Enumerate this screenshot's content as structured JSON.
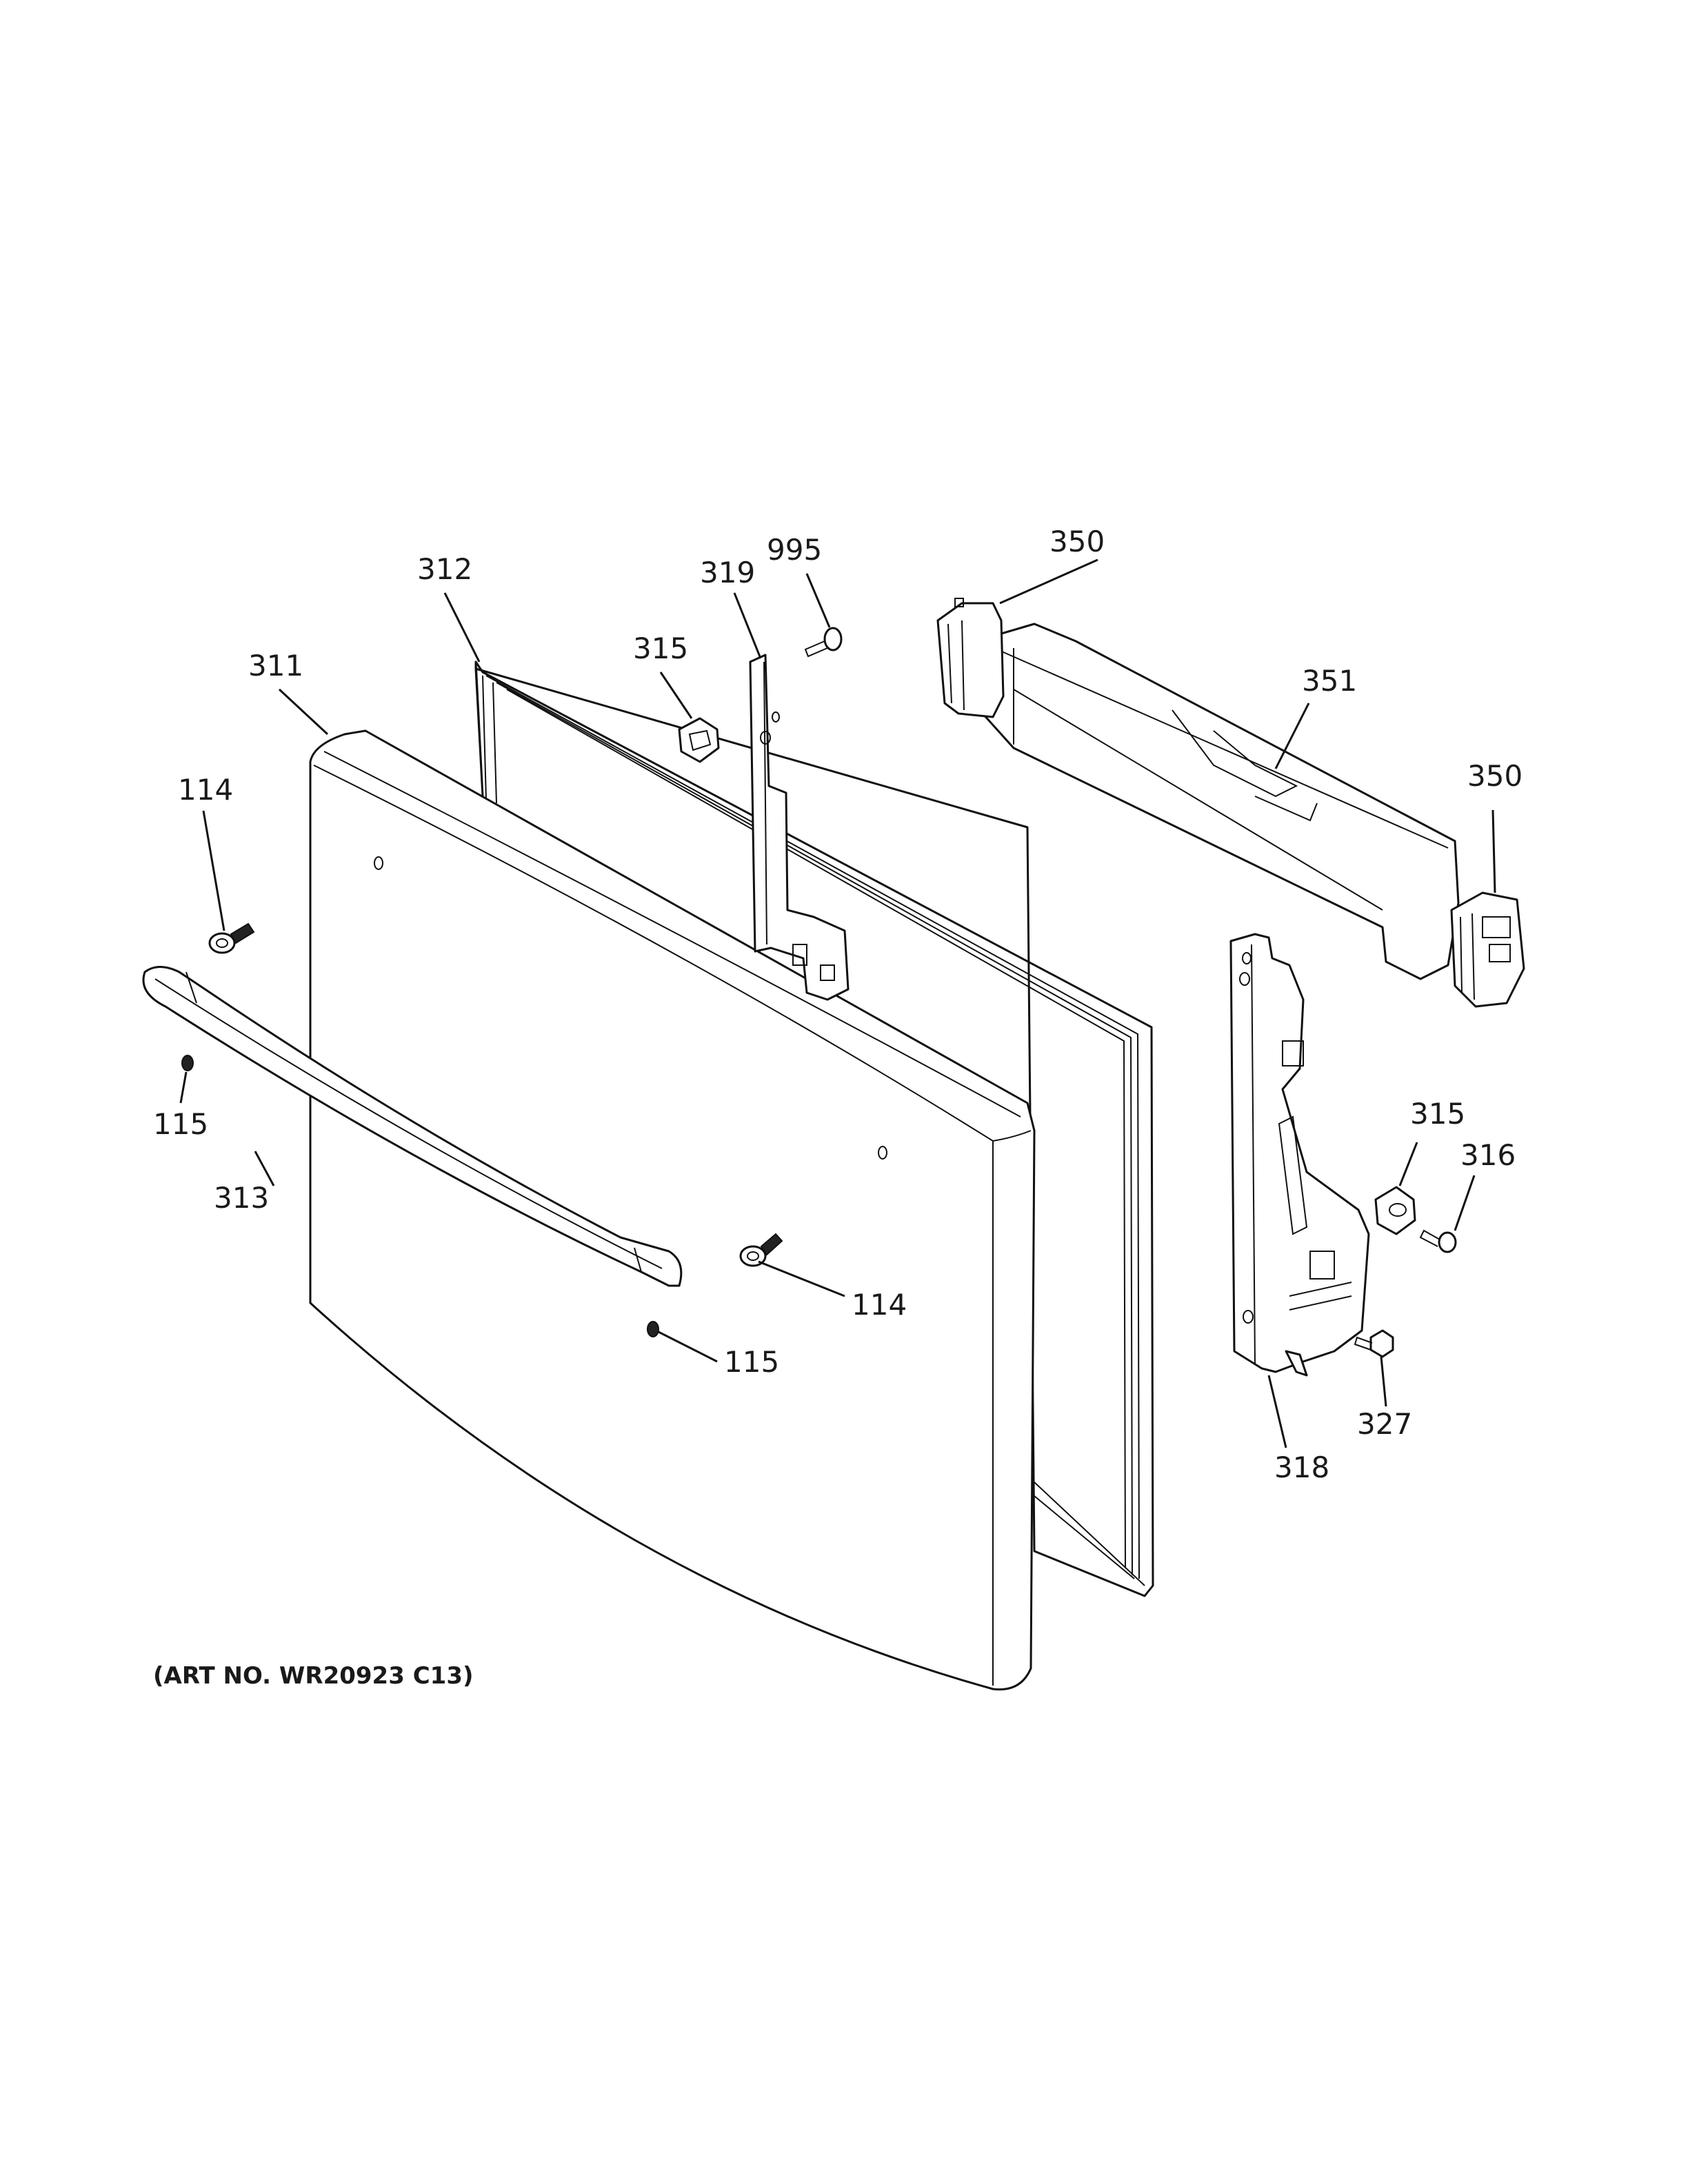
{
  "callouts": {
    "c312": "312",
    "c319": "319",
    "c995": "995",
    "c350_top": "350",
    "c311": "311",
    "c315_top": "315",
    "c351": "351",
    "c114_left": "114",
    "c350_right": "350",
    "c115_left": "115",
    "c313": "313",
    "c315_right": "315",
    "c316": "316",
    "c114_mid": "114",
    "c115_mid": "115",
    "c327": "327",
    "c318": "318"
  },
  "art_number": "(ART NO. WR20923 C13)"
}
